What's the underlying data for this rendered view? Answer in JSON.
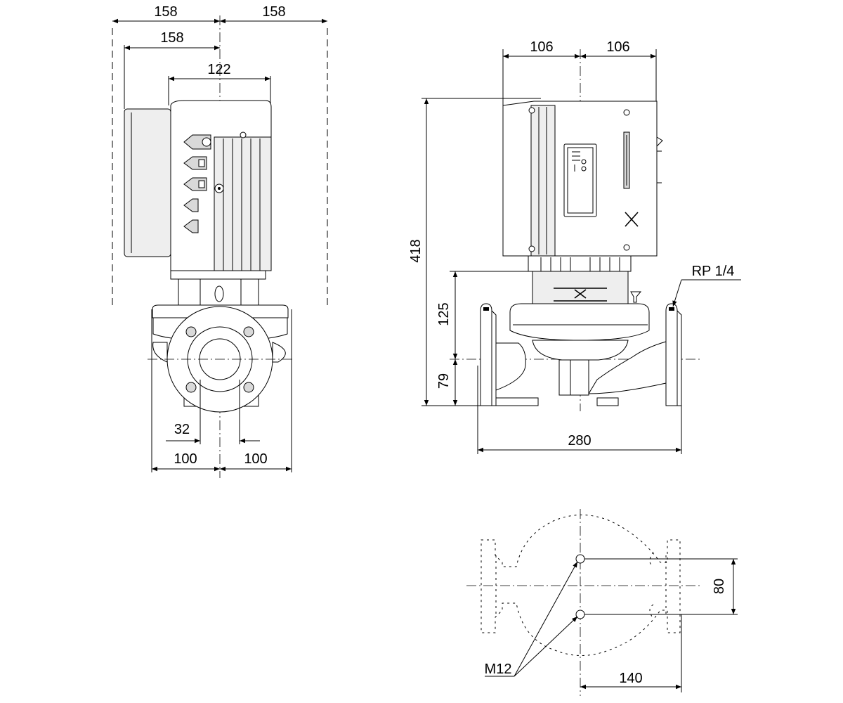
{
  "drawing": {
    "front_view": {
      "dim_top_left": "158",
      "dim_top_right": "158",
      "dim_second": "158",
      "dim_motor_width": "122",
      "dim_port": "32",
      "dim_bottom_left": "100",
      "dim_bottom_right": "100"
    },
    "side_view": {
      "dim_top_left": "106",
      "dim_top_right": "106",
      "dim_height_total": "418",
      "dim_height_mid": "125",
      "dim_height_base": "79",
      "dim_length": "280",
      "thread_label": "RP 1/4"
    },
    "bottom_view": {
      "dim_spacing": "80",
      "dim_offset": "140",
      "bolt_label": "M12"
    }
  }
}
